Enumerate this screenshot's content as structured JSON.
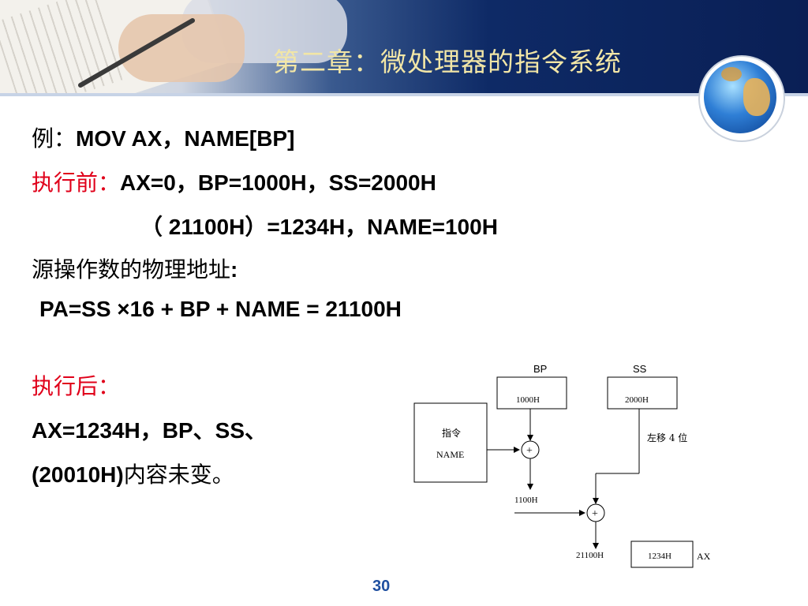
{
  "header": {
    "title": "第二章：微处理器的指令系统"
  },
  "body": {
    "example_label": "例：",
    "example_instr": "MOV  AX，NAME[BP]",
    "before_label": "执行前：",
    "before_values": "AX=0，BP=1000H，SS=2000H",
    "memory_line": "（ 21100H）=1234H，NAME=100H",
    "pa_label": "源操作数的物理地址",
    "pa_colon": ":",
    "pa_formula": "PA=SS ×16 + BP + NAME = 21100H",
    "after_label": "执行后：",
    "after_line1": "AX=1234H，BP、SS、",
    "after_line2_a": "(20010H)",
    "after_line2_b": "内容未变。"
  },
  "diagram": {
    "bp_label": "BP",
    "bp_value": "1000H",
    "ss_label": "SS",
    "ss_value": "2000H",
    "instr_label": "指令",
    "name_label": "NAME",
    "shift_label": "左移 4 位",
    "plus1": "+",
    "plus2": "+",
    "sum1": "1100H",
    "sum2": "21100H",
    "mem_value": "1234H",
    "ax_label": "AX"
  },
  "footer": {
    "page_number": "30"
  },
  "colors": {
    "accent_red": "#e0001a",
    "title_text": "#f2e6a6",
    "page_number": "#1f4fa0"
  }
}
